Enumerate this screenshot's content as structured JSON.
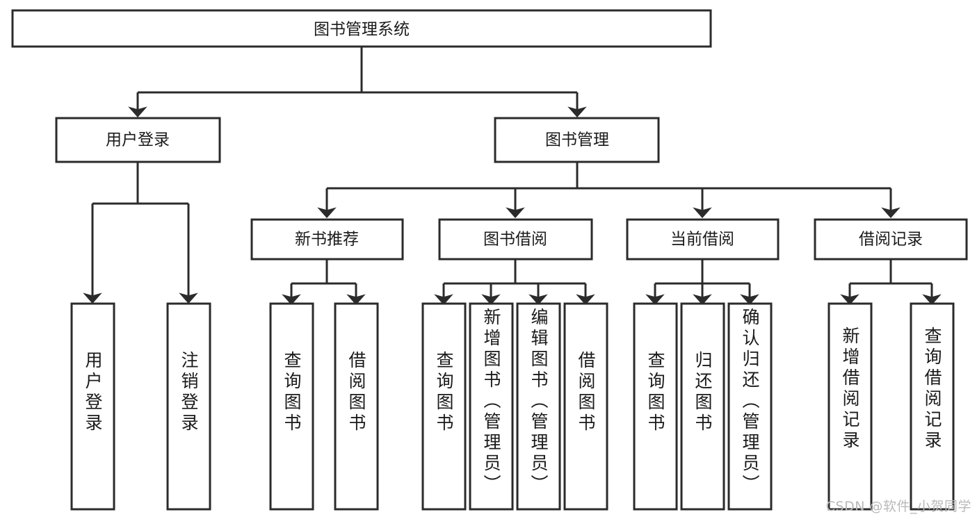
{
  "diagram": {
    "title": "图书管理系统",
    "type": "hierarchy-tree",
    "root": {
      "id": "root",
      "label": "图书管理系统"
    },
    "level2": [
      {
        "id": "user-login",
        "label": "用户登录"
      },
      {
        "id": "book-management",
        "label": "图书管理"
      }
    ],
    "level3": [
      {
        "id": "new-book-recommend",
        "label": "新书推荐",
        "parent": "book-management"
      },
      {
        "id": "book-borrow",
        "label": "图书借阅",
        "parent": "book-management"
      },
      {
        "id": "current-borrow",
        "label": "当前借阅",
        "parent": "book-management"
      },
      {
        "id": "borrow-record",
        "label": "借阅记录",
        "parent": "book-management"
      }
    ],
    "leaves": [
      {
        "id": "leaf-user-login",
        "label": "用户登录",
        "parent": "user-login"
      },
      {
        "id": "leaf-user-logout",
        "label": "注销登录",
        "parent": "user-login"
      },
      {
        "id": "leaf-query-book-1",
        "label": "查询图书",
        "parent": "new-book-recommend"
      },
      {
        "id": "leaf-borrow-book-1",
        "label": "借阅图书",
        "parent": "new-book-recommend"
      },
      {
        "id": "leaf-query-book-2",
        "label": "查询图书",
        "parent": "book-borrow"
      },
      {
        "id": "leaf-add-book",
        "label": "新增图书（管理员）",
        "parent": "book-borrow"
      },
      {
        "id": "leaf-edit-book",
        "label": "编辑图书（管理员）",
        "parent": "book-borrow"
      },
      {
        "id": "leaf-borrow-book-2",
        "label": "借阅图书",
        "parent": "book-borrow"
      },
      {
        "id": "leaf-query-book-3",
        "label": "查询图书",
        "parent": "current-borrow"
      },
      {
        "id": "leaf-return-book",
        "label": "归还图书",
        "parent": "current-borrow"
      },
      {
        "id": "leaf-confirm-return",
        "label": "确认归还（管理员）",
        "parent": "current-borrow"
      },
      {
        "id": "leaf-add-record",
        "label": "新增借阅记录",
        "parent": "borrow-record"
      },
      {
        "id": "leaf-query-record",
        "label": "查询借阅记录",
        "parent": "borrow-record"
      }
    ],
    "watermark": "CSDN @软件_小贺同学",
    "colors": {
      "stroke": "#2b2b2b",
      "fill": "#ffffff",
      "text": "#1a1a1a",
      "watermark": "#b9b9b9"
    }
  }
}
